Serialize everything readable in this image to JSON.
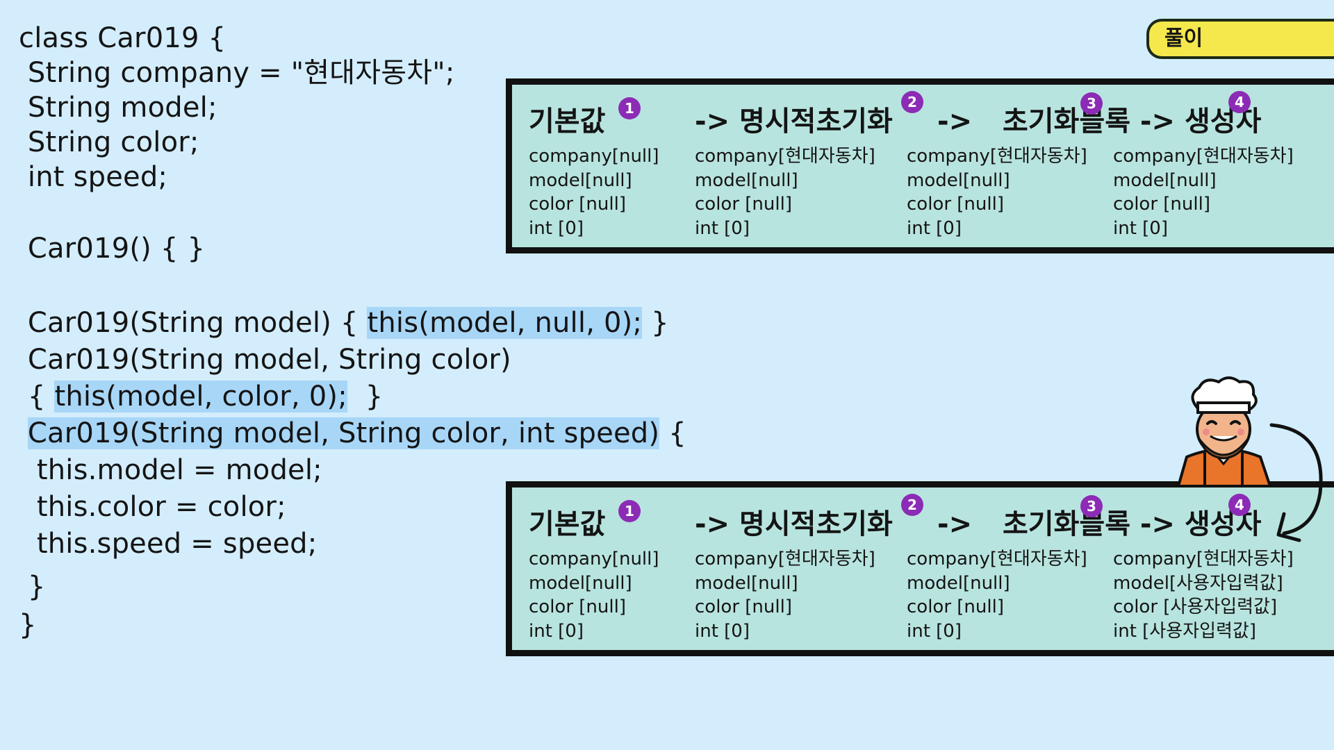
{
  "code": {
    "lines": [
      "class Car019 {",
      " String company = \"현대자동차\";",
      " String model;",
      " String color;",
      " int speed;",
      "",
      " Car019() { }",
      "",
      " Car019(String model) { this(model, null, 0); }",
      " Car019(String model, String color)",
      " { this(model, color, 0);  }",
      " Car019(String model, String color, int speed) {",
      "  this.model = model;",
      "  this.color = color;",
      "  this.speed = speed;",
      " }",
      "}"
    ],
    "highlights": {
      "l9_a": " Car019(String model) { ",
      "l9_b": "this(model, null, 0);",
      "l9_c": " }",
      "l11_a": " { ",
      "l11_b": "this(model, color, 0);",
      "l11_c": "  }",
      "l12_a": " ",
      "l12_b": "Car019(String model, String color, int speed)",
      "l12_c": " {"
    }
  },
  "tag": {
    "label": "풀이"
  },
  "steps": {
    "headers": [
      "기본값",
      "-> 명시적초기화",
      "->",
      "초기화블록 -> 생성자"
    ],
    "badges": [
      "1",
      "2",
      "3",
      "4"
    ]
  },
  "panels": {
    "top": {
      "columns": [
        [
          "company[null]",
          "model[null]",
          "color [null]",
          "int [0]"
        ],
        [
          "company[현대자동차]",
          "model[null]",
          "color [null]",
          "int [0]"
        ],
        [
          "company[현대자동차]",
          "model[null]",
          "color [null]",
          "int [0]"
        ],
        [
          "company[현대자동차]",
          "model[null]",
          "color [null]",
          "int [0]"
        ]
      ]
    },
    "bottom": {
      "columns": [
        [
          "company[null]",
          "model[null]",
          "color [null]",
          "int [0]"
        ],
        [
          "company[현대자동차]",
          "model[null]",
          "color [null]",
          "int [0]"
        ],
        [
          "company[현대자동차]",
          "model[null]",
          "color [null]",
          "int [0]"
        ],
        [
          "company[현대자동차]",
          "model[사용자입력값]",
          "color [사용자입력값]",
          "int [사용자입력값]"
        ]
      ]
    }
  },
  "colors": {
    "background": "#d3edfc",
    "code_highlight": "#a8d6f7",
    "panel_fill": "#b8e4df",
    "tag_fill": "#f5e84c",
    "badge": "#8c2bb5"
  },
  "icons": [
    "chef-mascot-icon",
    "curved-arrow-icon"
  ]
}
